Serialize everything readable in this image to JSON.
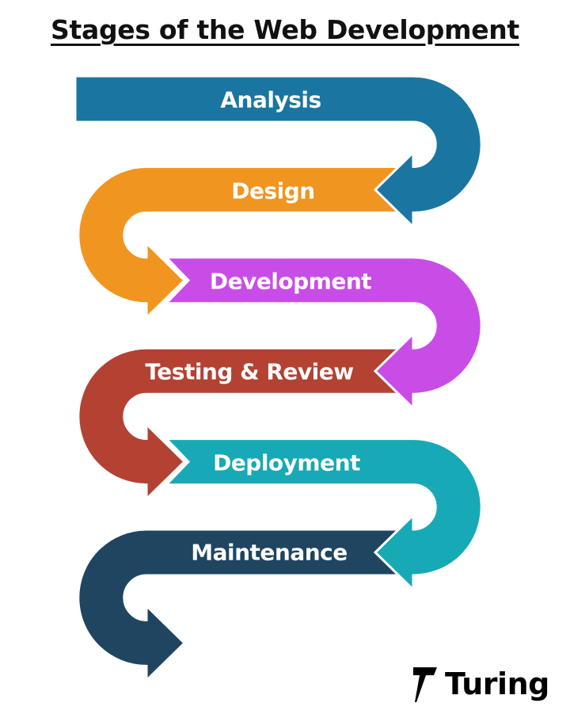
{
  "title": "Stages of the Web Development",
  "stages": [
    {
      "label": "Analysis",
      "color": "#1a76a0"
    },
    {
      "label": "Design",
      "color": "#f0951f"
    },
    {
      "label": "Development",
      "color": "#c84de6"
    },
    {
      "label": "Testing & Review",
      "color": "#b34232"
    },
    {
      "label": "Deployment",
      "color": "#17a9b5"
    },
    {
      "label": "Maintenance",
      "color": "#1f4560"
    }
  ],
  "logo": {
    "text": "Turing",
    "icon": "turing-7-icon"
  }
}
